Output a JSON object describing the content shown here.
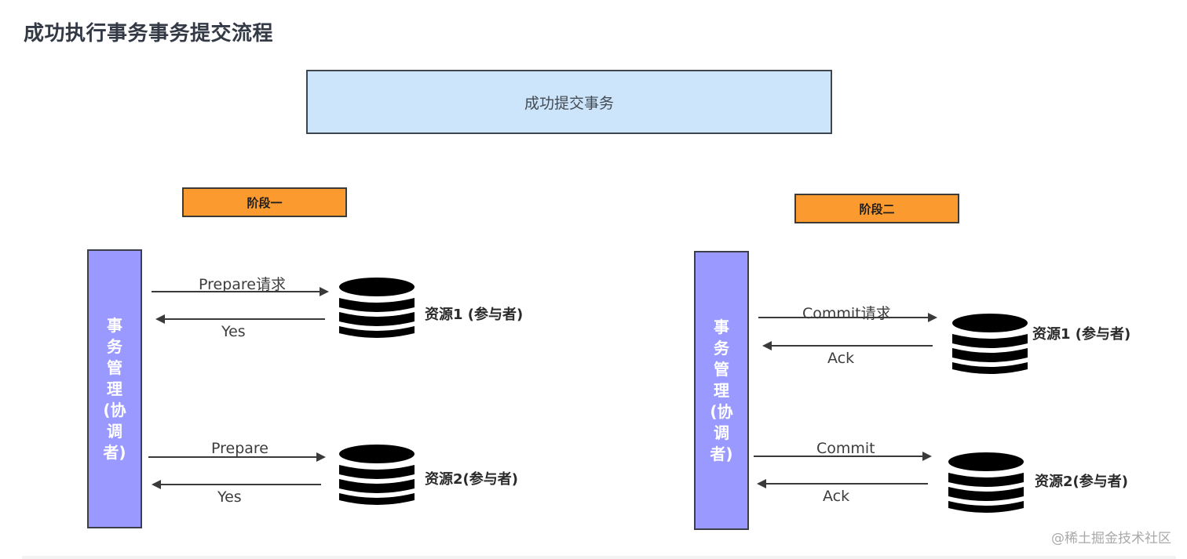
{
  "title": "成功执行事务事务提交流程",
  "header_box": "成功提交事务",
  "phases": [
    {
      "label": "阶段一",
      "coordinator": "事务管理(协调者)",
      "exchanges": [
        {
          "request": "Prepare请求",
          "response": "Yes",
          "resource": "资源1 (参与者)"
        },
        {
          "request": "Prepare",
          "response": "Yes",
          "resource": "资源2(参与者)"
        }
      ]
    },
    {
      "label": "阶段二",
      "coordinator": "事务管理(协调者)",
      "exchanges": [
        {
          "request": "Commit请求",
          "response": "Ack",
          "resource": "资源1 (参与者)"
        },
        {
          "request": "Commit",
          "response": "Ack",
          "resource": "资源2(参与者)"
        }
      ]
    }
  ],
  "watermark": "@稀土掘金技术社区",
  "colors": {
    "header_fill": "#cce5fb",
    "phase_fill": "#fb9a2f",
    "coordinator_fill": "#9999ff",
    "database": "#000000"
  }
}
